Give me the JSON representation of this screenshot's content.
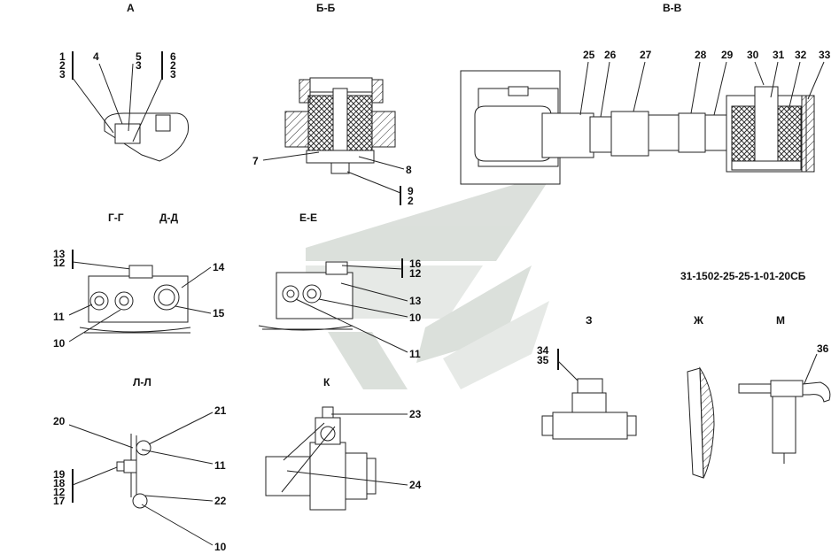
{
  "drawing": {
    "code": "31-1502-25-25-1-01-20СБ",
    "views": {
      "a": "А",
      "bb": "Б-Б",
      "vv": "В-В",
      "gg": "Г-Г",
      "dd": "Д-Д",
      "ee": "Е-Е",
      "ll": "Л-Л",
      "k": "К",
      "z": "З",
      "zh": "Ж",
      "m": "М"
    },
    "labels": {
      "a_1": "1",
      "a_2": "2",
      "a_3": "3",
      "a_4": "4",
      "a_5": "5",
      "a_3b": "3",
      "a_6": "6",
      "a_2b": "2",
      "a_3c": "3",
      "bb_7": "7",
      "bb_8": "8",
      "bb_9": "9",
      "bb_2": "2",
      "vv_25": "25",
      "vv_26": "26",
      "vv_27": "27",
      "vv_28": "28",
      "vv_29": "29",
      "vv_30": "30",
      "vv_31": "31",
      "vv_32": "32",
      "vv_33": "33",
      "gg_13": "13",
      "gg_12": "12",
      "gg_14": "14",
      "gg_11": "11",
      "gg_15": "15",
      "gg_10": "10",
      "ee_16": "16",
      "ee_12": "12",
      "ee_13": "13",
      "ee_10": "10",
      "ee_11": "11",
      "ll_20": "20",
      "ll_21": "21",
      "ll_11": "11",
      "ll_19": "19",
      "ll_18": "18",
      "ll_12": "12",
      "ll_17": "17",
      "ll_22": "22",
      "ll_10": "10",
      "k_23": "23",
      "k_24": "24",
      "z_34": "34",
      "z_35": "35",
      "m_36": "36"
    }
  }
}
